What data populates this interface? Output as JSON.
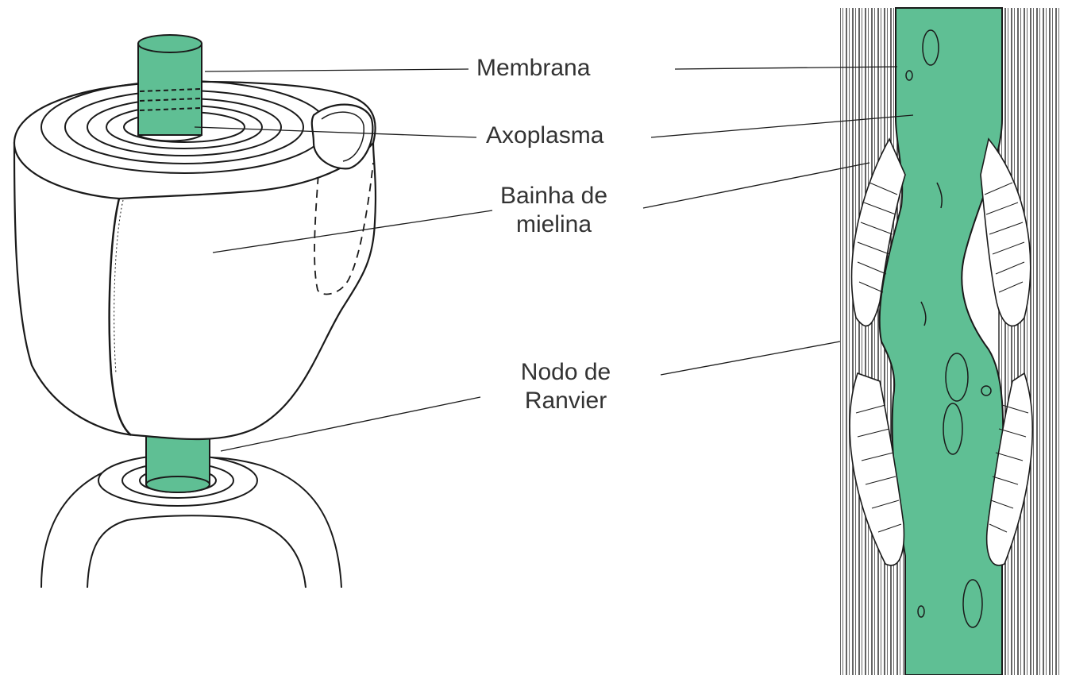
{
  "labels": {
    "membrana": "Membrana",
    "axoplasma": "Axoplasma",
    "bainha_line1": "Bainha de",
    "bainha_line2": "mielina",
    "nodo_line1": "Nodo de",
    "nodo_line2": "Ranvier"
  },
  "colors": {
    "axon_green": "#5fbf94",
    "line": "#1a1a1a",
    "text": "#333333",
    "background": "#ffffff"
  }
}
